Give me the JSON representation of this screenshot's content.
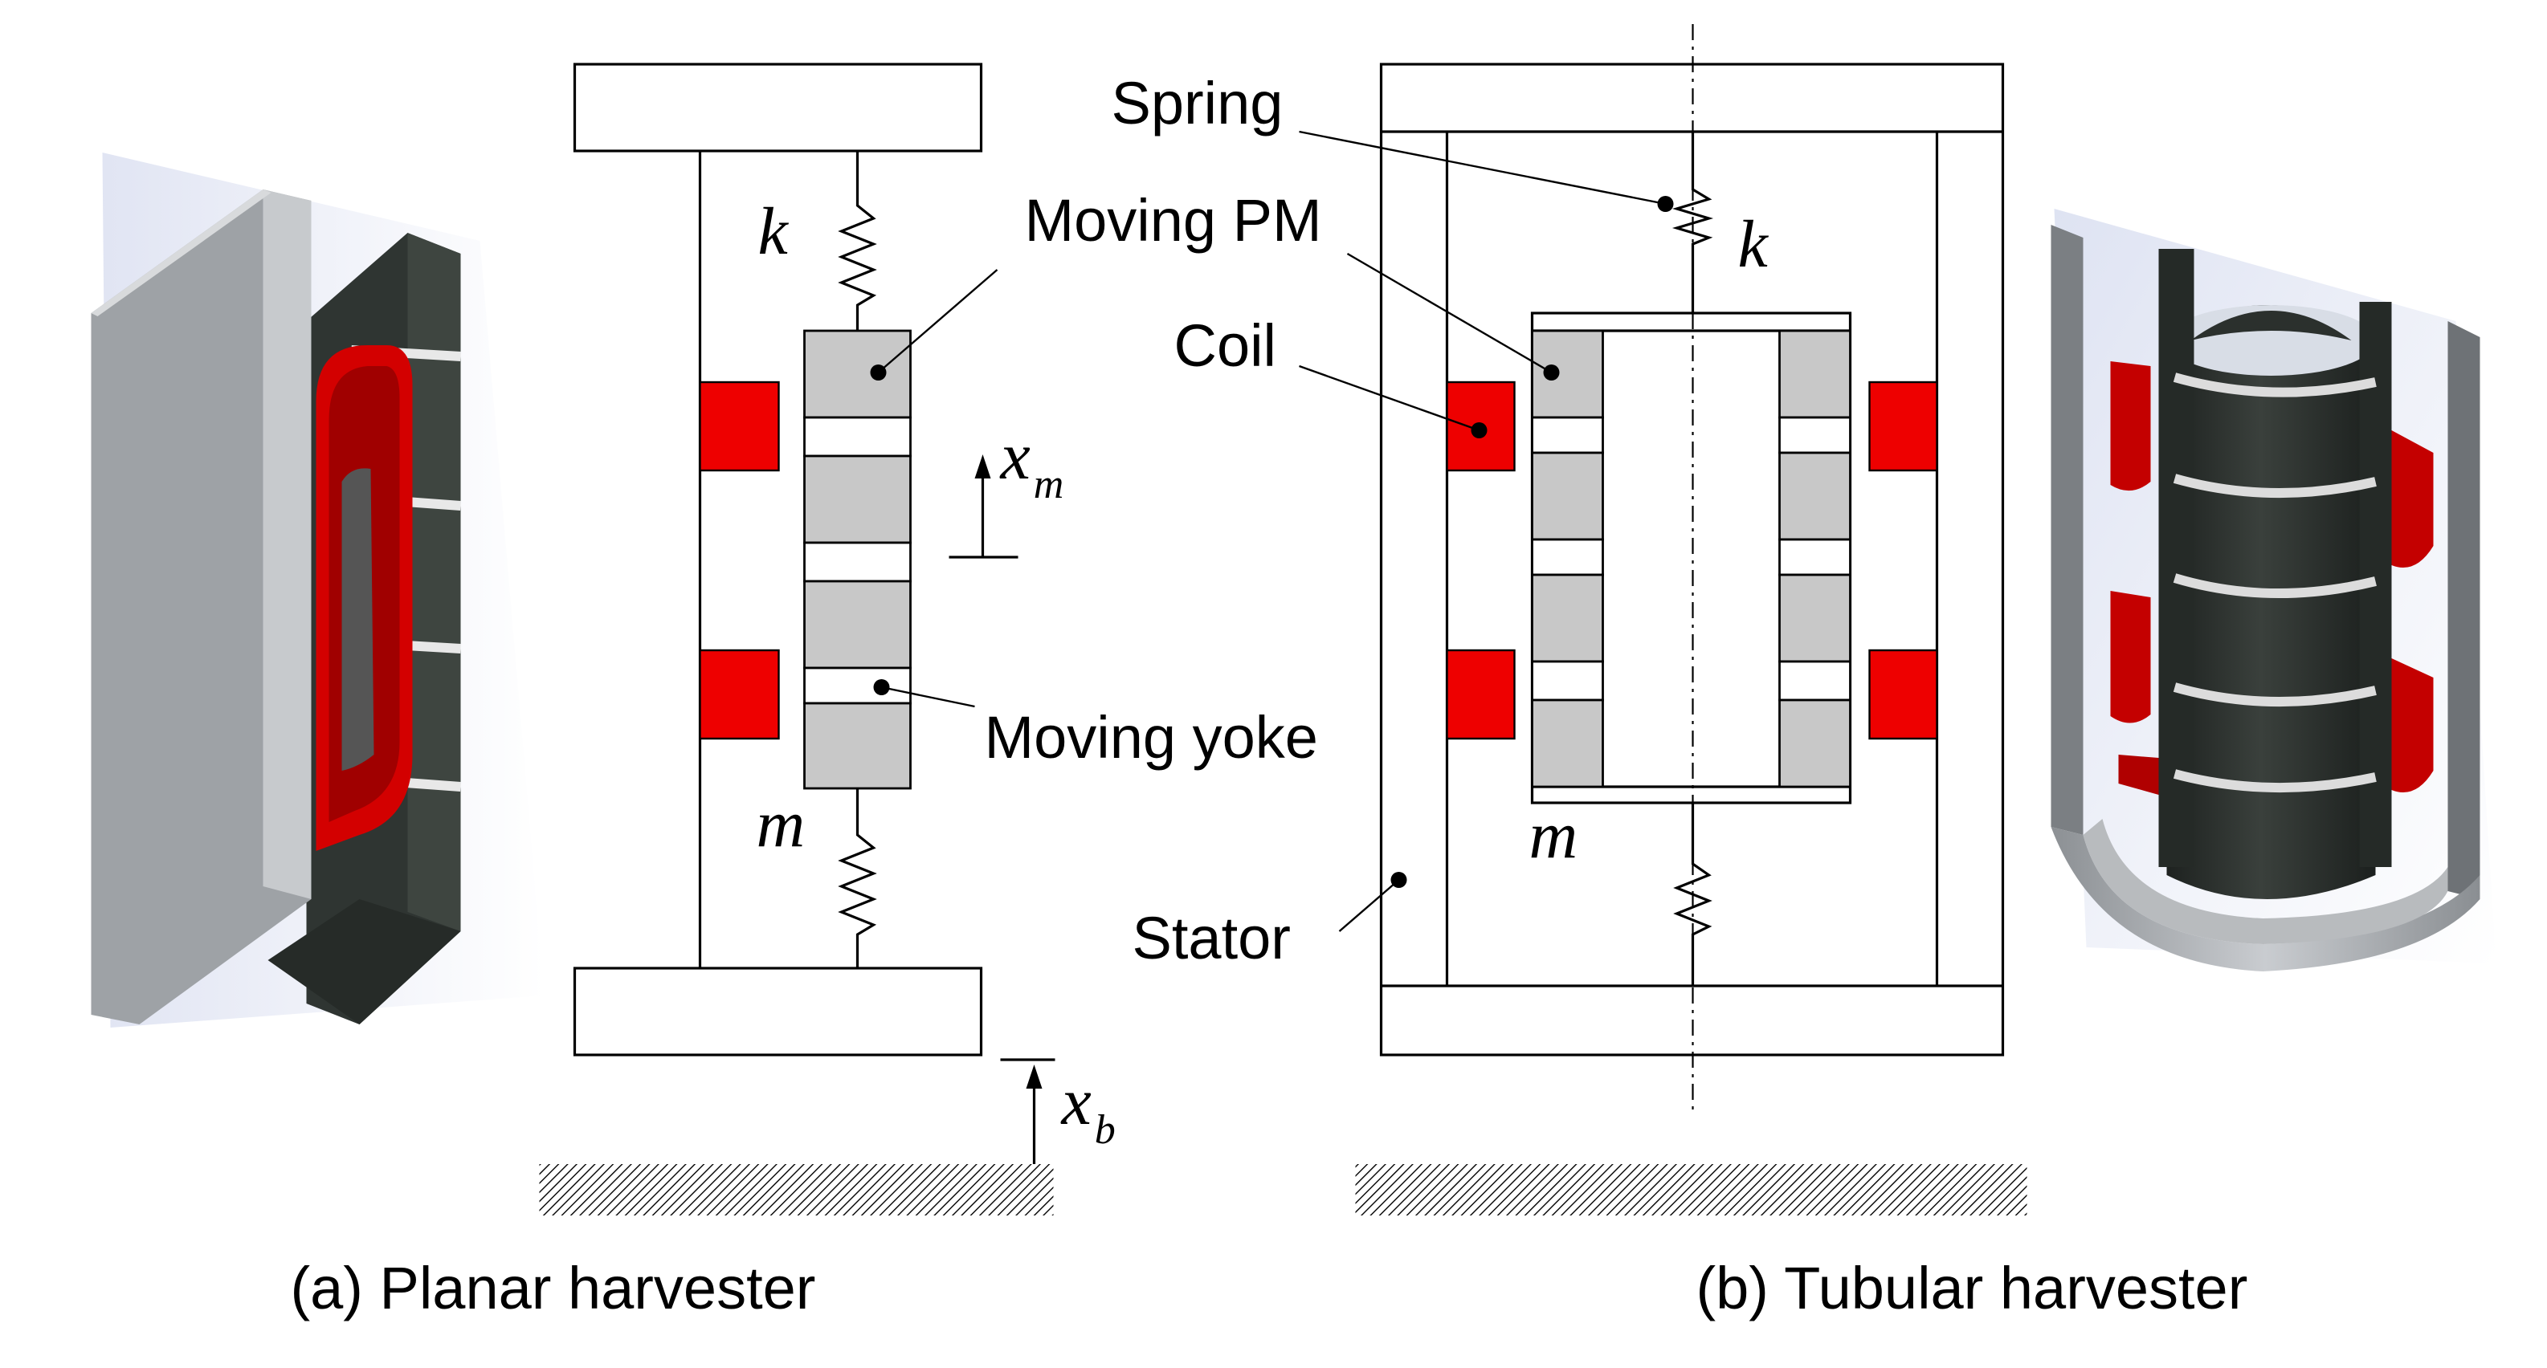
{
  "labels": {
    "spring": "Spring",
    "moving_pm": "Moving PM",
    "coil": "Coil",
    "moving_yoke": "Moving yoke",
    "stator": "Stator"
  },
  "symbols": {
    "k": "k",
    "m": "m",
    "x": "x",
    "m_sub": "m",
    "b_sub": "b"
  },
  "captions": {
    "planar": "(a) Planar harvester",
    "tubular": "(b) Tubular harvester"
  },
  "colors": {
    "coil": "#ee0000",
    "magnet": "#c8c8c8",
    "render_steel": "#a8acb0",
    "render_core": "#2e3330"
  }
}
